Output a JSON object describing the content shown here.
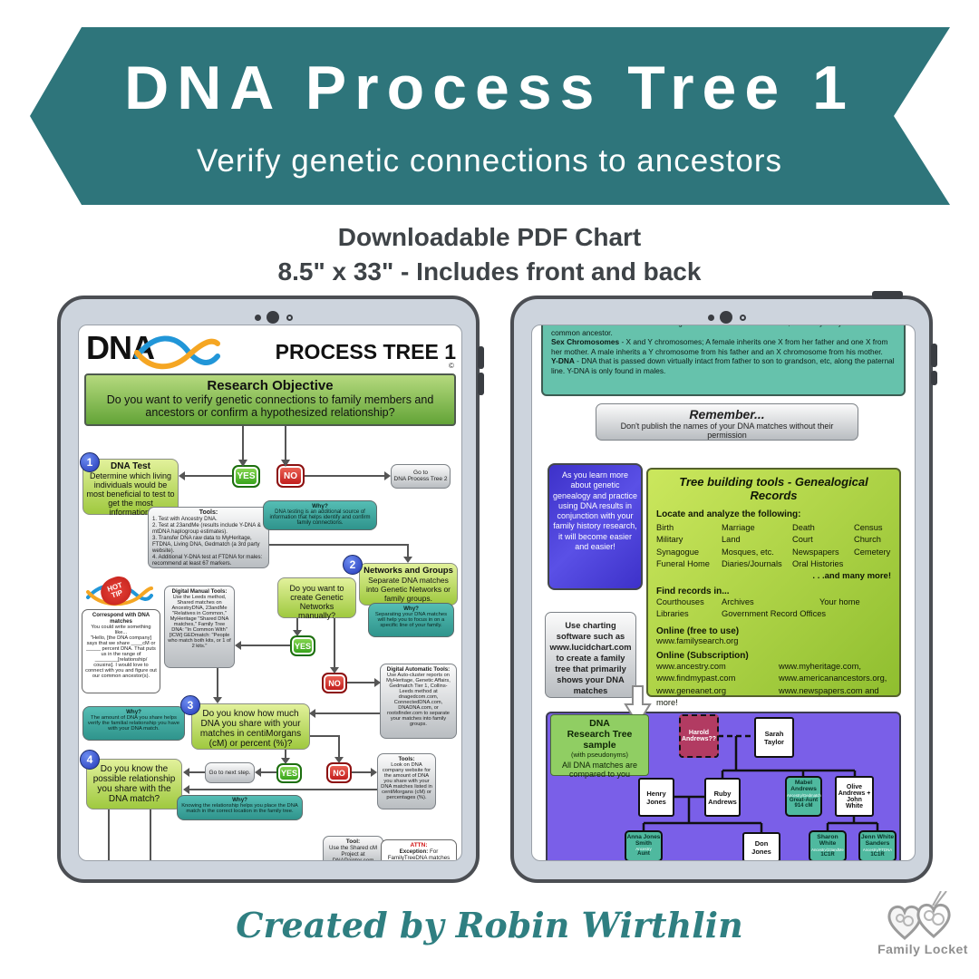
{
  "banner": {
    "title": "DNA Process Tree 1",
    "subtitle": "Verify genetic connections to ancestors"
  },
  "subheading": {
    "line1": "Downloadable PDF Chart",
    "line2": "8.5\" x 33\" - Includes front and back"
  },
  "front": {
    "logo": "DNA",
    "header_title": "PROCESS TREE 1",
    "copyright": "©",
    "objective_title": "Research Objective",
    "objective_body": "Do you want to verify genetic connections to family members and ancestors or confirm a hypothesized relationship?",
    "yes": "YES",
    "no": "NO",
    "goto_tree2": "Go to\nDNA Process Tree 2",
    "step1_num": "1",
    "step1_title": "DNA Test",
    "step1_body": "Determine which living individuals would be most beneficial to test to get the most information.",
    "tools1_title": "Tools:",
    "tools1_body": "1. Test with Ancestry DNA.\n2. Test at 23andMe (results include Y-DNA & mtDNA haplogroup estimates).\n3. Transfer DNA raw data to MyHeritage, FTDNA, Living DNA, Gedmatch (a 3rd party website).\n4. Additional Y-DNA test at FTDNA for males: recommend at least 67 markers.",
    "why1_title": "Why?",
    "why1_body": "DNA testing is an additional source of information that helps identify and confirm family connections.",
    "step2_num": "2",
    "step2_title": "Networks and Groups",
    "step2_body": "Separate DNA matches into Genetic Networks or family groups.",
    "why2_title": "Why?",
    "why2_body": "Separating your DNA matches will help you to focus in on a specific line of your family.",
    "q2": "Do you want to create Genetic Networks manually?",
    "manual_title": "Digital Manual Tools:",
    "manual_body": "Use the Leeds method, Shared matches on AncestryDNA, 23andMe \"Relatives in Common,\" MyHeritage \"Shared DNA matches,\" Family Tree DNA: \"In Common With\" [ICW] GEDmatch: \"People who match both kits, or 1 of 2 kits.\"",
    "hot_tip": "HOT\nTIP",
    "correspond_title": "Correspond with DNA matches",
    "correspond_body": "You could write something like...\n\"Hello, [the DNA company] says that we share ____cM or _____ percent DNA. That puts us in the range of ________[relationship/ cousins]. I would love to connect with you and figure out our common ancestor(s).",
    "auto_title": "Digital Automatic Tools:",
    "auto_body": "Use Auto-cluster reports on MyHeritage, Genetic Affairs, Gedmatch Tier 1, Collins-Leeds method at dnagedcom.com, ConnectedDNA.com, DNADNA.com, or rootsfinder.com to separate your matches into family groups.",
    "step3_num": "3",
    "step3_body": "Do you know how much DNA you share with your matches in centiMorgans (cM) or percent (%)?",
    "why3_title": "Why?",
    "why3_body": "The amount of DNA you share helps verify the familial relationship you have with your DNA match.",
    "step4_num": "4",
    "step4_body": "Do you know the possible relationship you share with the DNA match?",
    "goto_next": "Go to next step.",
    "tools3_title": "Tools:",
    "tools3_body": "Look on DNA company website for the amount of DNA you share with your DNA matches listed in centiMorgans (cM) or percentages (%).",
    "why4_title": "Why?",
    "why4_body": "Knowing the relationship helps you place the DNA match in the correct location in the family tree.",
    "tool_cm_title": "Tool:",
    "tool_cm_body": "Use the Shared cM Project at DNAPainter.com",
    "attn_title": "ATTN:",
    "attn_bold": "Exception:",
    "attn_body": " For FamilyTreeDNA matches"
  },
  "back": {
    "chromo_body": "three have inherited the same DNA segment on the same chromosome, then they likely share a common ancestor.",
    "sex_label": "Sex Chromosomes",
    "sex_body": " -  X and Y chromosomes;  A female inherits one X from her father and one X from her mother.  A male inherits a Y chromosome from his father and an X chromosome from his mother.",
    "ydna_label": "Y-DNA",
    "ydna_body": " - DNA that is passed down virtually intact from father to son to grandson, etc, along the paternal line.  Y-DNA is only found in males.",
    "remember_title": "Remember...",
    "remember_body": "Don't publish the names of your DNA matches without their permission",
    "learn_note": "As you learn more about genetic genealogy and practice using DNA results in conjunction with your family history research, it will become easier and easier!",
    "tree_tools_title": "Tree building tools - Genealogical Records",
    "locate_heading": "Locate and analyze the following:",
    "records": [
      [
        "Birth",
        "Marriage",
        "Death",
        "Census"
      ],
      [
        "Military",
        "Land",
        "Court",
        "Church"
      ],
      [
        "Synagogue",
        "Mosques, etc.",
        "Newspapers",
        "Cemetery"
      ],
      [
        "Funeral Home",
        "Diaries/Journals",
        "Oral Histories",
        ""
      ]
    ],
    "many_more": ". . .and many more!",
    "find_heading": "Find records in...",
    "find_rows": [
      [
        "Courthouses",
        "Archives",
        "Your home"
      ],
      [
        "Libraries",
        "Government Record Offices",
        ""
      ]
    ],
    "online_free_heading": "Online (free to use)",
    "online_free": "www.familysearch.org",
    "online_sub_heading": "Online (Subscription)",
    "online_sub_left": [
      "www.ancestry.com",
      "www.findmypast.com",
      "www.geneanet.org"
    ],
    "online_sub_right": [
      "www.myheritage.com,",
      "www.americanancestors.org,",
      "www.newspapers.com and more!"
    ],
    "charting_note": "Use charting software such as www.lucidchart.com to create a family tree that primarily shows your DNA matches",
    "sample_title": "DNA\nResearch Tree sample",
    "sample_sub": "(with pseudonyms)",
    "sample_body": "All DNA matches are compared to you",
    "harold": "Harold\nAndrews??",
    "sarah": "Sarah\nTaylor",
    "henry": "Henry\nJones",
    "ruby": "Ruby\nAndrews",
    "mabel_name": "Mabel\nAndrews",
    "mabel_src": "Ancestry/Gedmatch",
    "mabel_rel": "Great-Aunt",
    "mabel_cm": "914 cM",
    "olive": "Olive\nAndrews +\nJohn\nWhite",
    "anna_name": "Anna Jones\nSmith",
    "anna_src": "Ancestry",
    "anna_rel": "Aunt",
    "don": "Don Jones",
    "sharon_name": "Sharon\nWhite",
    "sharon_src": "Ancestry/23andMe",
    "sharon_rel": "1C1R",
    "jenn_name": "Jenn White\nSanders",
    "jenn_src": "Ancestry/FTDNA",
    "jenn_rel": "1C1R"
  },
  "footer": {
    "credit": "Created by Robin Wirthlin",
    "logo_text": "Family Locket"
  },
  "colors": {
    "banner_teal": "#2E757B",
    "why_teal": "#3FA9A5",
    "chromo_teal": "#66C2AC",
    "purple": "#7A5FE8",
    "lime_green": "#9FC93F",
    "maroon": "#B23B62",
    "match_teal": "#4FB99F",
    "blue_note": "#4A3FD6"
  }
}
